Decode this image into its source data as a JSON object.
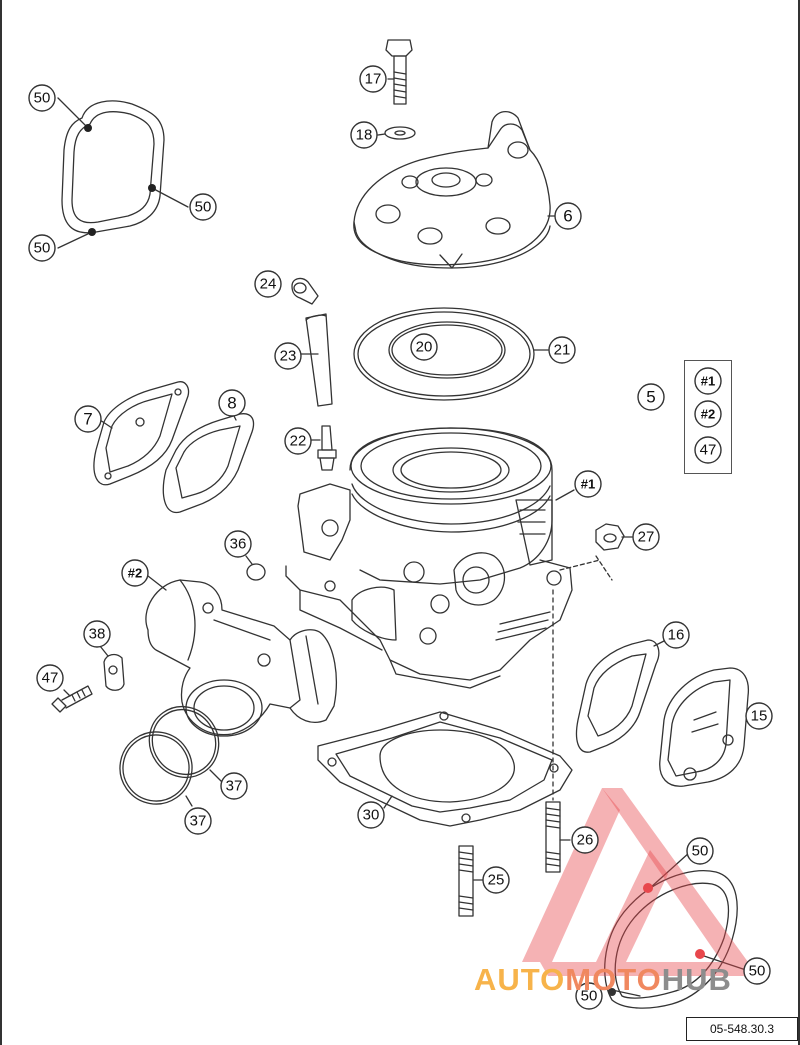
{
  "parts": {
    "p50a": "50",
    "p50b": "50",
    "p50c": "50",
    "p17": "17",
    "p18": "18",
    "p6": "6",
    "p24": "24",
    "p23": "23",
    "p20": "20",
    "p21": "21",
    "p5": "5",
    "k1": "#1",
    "k2": "#2",
    "k47": "47",
    "p7": "7",
    "p8": "8",
    "p22": "22",
    "p1": "#1",
    "p27": "27",
    "p36": "36",
    "p2": "#2",
    "p38": "38",
    "p47": "47",
    "p16": "16",
    "p15": "15",
    "p37a": "37",
    "p37b": "37",
    "p30": "30",
    "p26": "26",
    "p25": "25",
    "p50d": "50",
    "p50e": "50",
    "p50f": "50"
  },
  "reference_code": "05-548.30.3",
  "watermark": {
    "part1": "AUTO",
    "part2": "MOTO",
    "part3": "HUB"
  },
  "colors": {
    "line": "#333333",
    "watermark_red": "#e8474c"
  }
}
